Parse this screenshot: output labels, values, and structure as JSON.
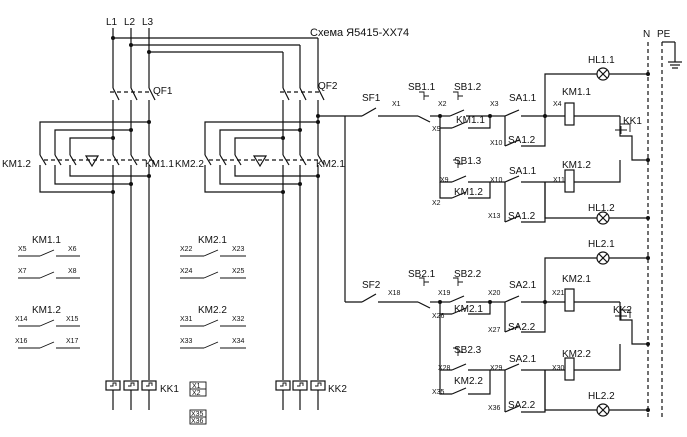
{
  "title": "Схема Я5415-XX74",
  "phases": [
    "L1",
    "L2",
    "L3"
  ],
  "neutral": "N",
  "protective_earth": "PE",
  "breakers": [
    "QF1",
    "QF2"
  ],
  "thermal_relays": [
    "KK1",
    "KK2"
  ],
  "switches": [
    "SF1",
    "SF2"
  ],
  "contactors_main": [
    "KM1.2",
    "KM1.1",
    "KM2.2",
    "KM2.1"
  ],
  "aux_blocks": [
    {
      "name": "KM1.1",
      "terms": [
        "X5",
        "X6",
        "X7",
        "X8"
      ]
    },
    {
      "name": "KM1.2",
      "terms": [
        "X14",
        "X15",
        "X16",
        "X17"
      ]
    },
    {
      "name": "KM2.1",
      "terms": [
        "X22",
        "X23",
        "X24",
        "X25"
      ]
    },
    {
      "name": "KM2.2",
      "terms": [
        "X31",
        "X32",
        "X33",
        "X34"
      ]
    }
  ],
  "kk1_terms": [
    "X1",
    "X2"
  ],
  "kk2_terms": [
    "X35",
    "X36"
  ],
  "control1": {
    "buttons": [
      "SB1.1",
      "SB1.2",
      "SB1.3"
    ],
    "selectors": [
      "SA1.1",
      "SA1.2",
      "SA1.1",
      "SA1.2"
    ],
    "contacts": [
      "KM1.1",
      "KM1.2"
    ],
    "coils": [
      "KM1.1",
      "KM1.2"
    ],
    "lamps": [
      "HL1.1",
      "HL1.2"
    ],
    "relay": "KK1",
    "terms": [
      "X1",
      "X2",
      "X3",
      "X4",
      "X9",
      "X10",
      "X9",
      "X10",
      "X11",
      "X2",
      "X13"
    ]
  },
  "control2": {
    "buttons": [
      "SB2.1",
      "SB2.2",
      "SB2.3"
    ],
    "selectors": [
      "SA2.1",
      "SA2.2",
      "SA2.1",
      "SA2.2"
    ],
    "contacts": [
      "KM2.1",
      "KM2.2"
    ],
    "coils": [
      "KM2.1",
      "KM2.2"
    ],
    "lamps": [
      "HL2.1",
      "HL2.2"
    ],
    "relay": "KK2",
    "terms": [
      "X18",
      "X19",
      "X20",
      "X21",
      "X26",
      "X27",
      "X28",
      "X29",
      "X30",
      "X35",
      "X36"
    ]
  }
}
